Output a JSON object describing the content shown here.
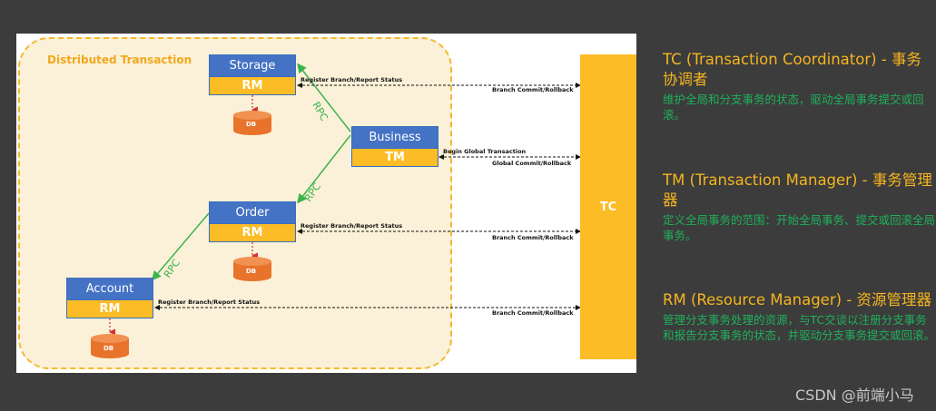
{
  "diagram": {
    "region_label": "Distributed Transaction",
    "services": {
      "storage": {
        "name": "Storage",
        "rm": "RM",
        "db": "DB"
      },
      "business": {
        "name": "Business",
        "tm": "TM"
      },
      "order": {
        "name": "Order",
        "rm": "RM",
        "db": "DB"
      },
      "account": {
        "name": "Account",
        "rm": "RM",
        "db": "DB"
      }
    },
    "tc_label": "TC",
    "rpc_label": "RPC",
    "messages": {
      "register": "Register Branch/Report Status",
      "branch_commit": "Branch Commit/Rollback",
      "begin_global": "Begin Global Transaction",
      "global_commit": "Global Commit/Rollback"
    }
  },
  "notes": [
    {
      "title": "TC (Transaction Coordinator) - 事务协调者",
      "desc": "维护全局和分支事务的状态，驱动全局事务提交或回滚。"
    },
    {
      "title": "TM (Transaction Manager) - 事务管理器",
      "desc": "定义全局事务的范围：开始全局事务、提交或回滚全局事务。"
    },
    {
      "title": "RM (Resource Manager) - 资源管理器",
      "desc": "管理分支事务处理的资源，与TC交谈以注册分支事务和报告分支事务的状态，并驱动分支事务提交或回滚。"
    }
  ],
  "watermark": "CSDN @前端小马",
  "colors": {
    "accent": "#fbbc25",
    "service": "#4472c4",
    "rpc": "#3cb44b",
    "db": "#e8732a",
    "note_title": "#f6b51f",
    "note_desc": "#1eb15a"
  }
}
